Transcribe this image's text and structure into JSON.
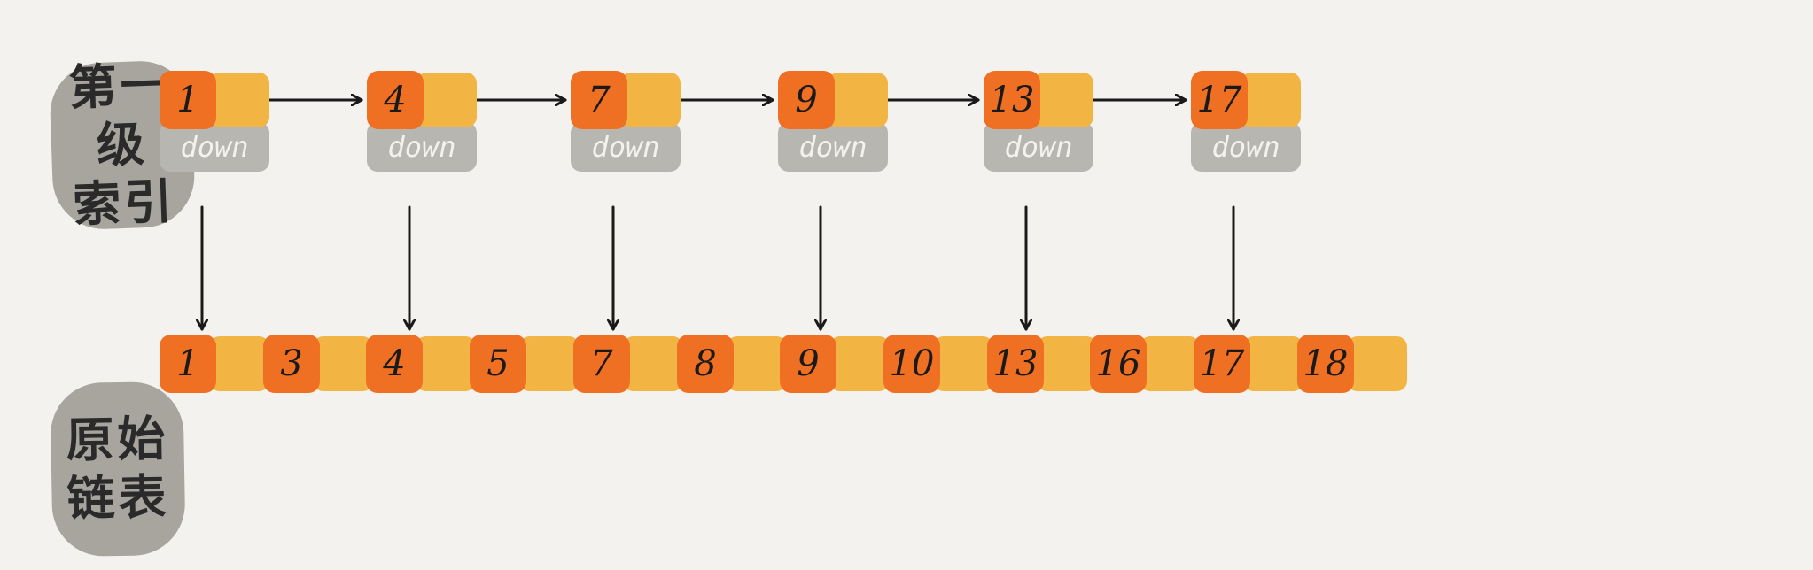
{
  "labels": {
    "index_level": "第一级\n索引",
    "original_list": "原始\n链表"
  },
  "index_nodes": [
    {
      "key": "1",
      "down": "down"
    },
    {
      "key": "4",
      "down": "down"
    },
    {
      "key": "7",
      "down": "down"
    },
    {
      "key": "9",
      "down": "down"
    },
    {
      "key": "13",
      "down": "down"
    },
    {
      "key": "17",
      "down": "down"
    }
  ],
  "list_nodes": [
    "1",
    "3",
    "4",
    "5",
    "7",
    "8",
    "9",
    "10",
    "13",
    "16",
    "17",
    "18"
  ],
  "colors": {
    "key_cell": "#ef7022",
    "pointer_cell": "#f2b442",
    "down_cell": "#b8b6b0",
    "label_bg": "#a7a59e",
    "background": "#f4f2ee",
    "arrow": "#1a1a1a"
  }
}
